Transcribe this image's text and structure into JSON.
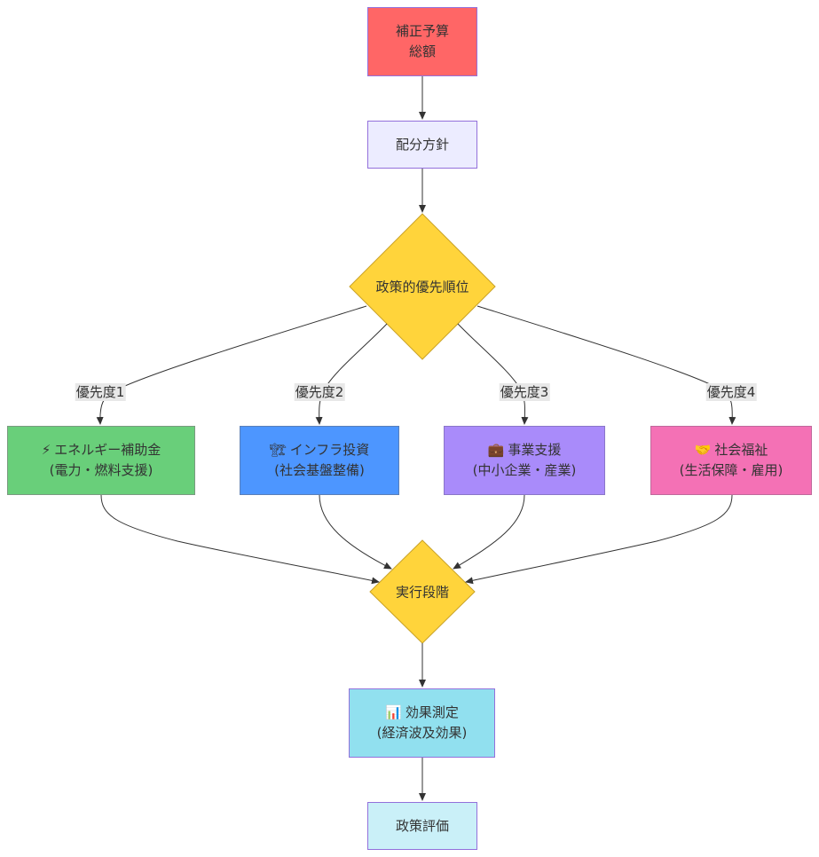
{
  "nodes": {
    "budget": {
      "line1": "補正予算",
      "line2": "総額"
    },
    "policy": {
      "label": "配分方針"
    },
    "priority": {
      "label": "政策的優先順位"
    },
    "energy": {
      "icon": "⚡",
      "line1": "エネルギー補助金",
      "line2": "(電力・燃料支援)"
    },
    "infra": {
      "icon": "🏗",
      "line1": "インフラ投資",
      "line2": "(社会基盤整備)"
    },
    "business": {
      "icon": "💼",
      "line1": "事業支援",
      "line2": "(中小企業・産業)"
    },
    "welfare": {
      "icon": "🤝",
      "line1": "社会福祉",
      "line2": "(生活保障・雇用)"
    },
    "execute": {
      "label": "実行段階"
    },
    "measure": {
      "icon": "📊",
      "line1": "効果測定",
      "line2": "(経済波及効果)"
    },
    "evaluate": {
      "label": "政策評価"
    }
  },
  "edge_labels": {
    "p1": "優先度1",
    "p2": "優先度2",
    "p3": "優先度3",
    "p4": "優先度4"
  },
  "colors": {
    "budget": "#ff6666",
    "policy": "#ececff",
    "diamond": "#ffd43b",
    "energy": "#69cf7a",
    "infra": "#4d96ff",
    "business": "#a98bfa",
    "welfare": "#f471b5",
    "measure": "#91e0ef",
    "evaluate": "#caf0f8"
  }
}
